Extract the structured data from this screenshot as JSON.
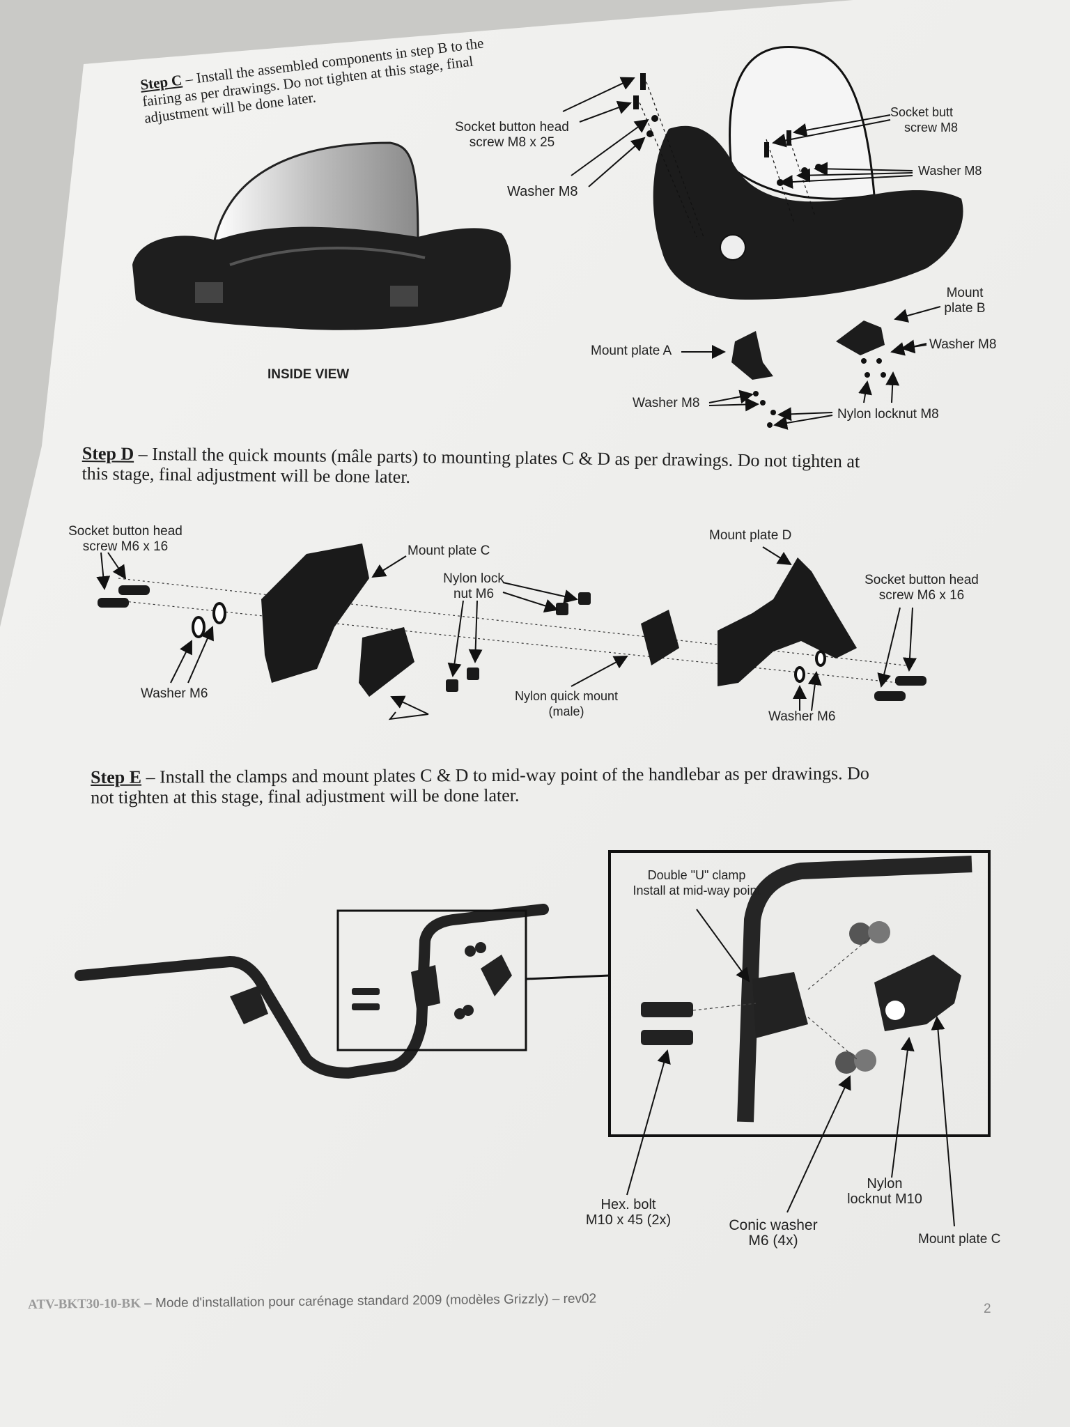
{
  "step_c": {
    "head": "Step C",
    "text_line1": " – Install the assembled components in step B to the",
    "text_line2": "fairing as per drawings.  Do not tighten at this stage, final",
    "text_line3": "adjustment will be done later."
  },
  "step_c_labels": {
    "socket_m8x25_line1": "Socket button head",
    "socket_m8x25_line2": "screw M8 x 25",
    "washer_m8_left": "Washer M8",
    "inside_view": "INSIDE VIEW",
    "socket_right_line1": "Socket butt",
    "socket_right_line2": "screw M8",
    "washer_m8_right": "Washer M8",
    "mount_plate_b_line1": "Mount",
    "mount_plate_b_line2": "plate B",
    "mount_plate_a": "Mount plate A",
    "washer_m8_b": "Washer M8",
    "washer_m8_bottom": "Washer M8",
    "nylon_locknut_m8": "Nylon locknut M8"
  },
  "step_d": {
    "head": "Step D",
    "text_line1": " – Install the quick mounts (mâle parts) to mounting plates C & D as per drawings.  Do not tighten at",
    "text_line2": "this stage, final adjustment will be done later."
  },
  "step_d_labels": {
    "socket_m6_left_line1": "Socket button head",
    "socket_m6_left_line2": "screw M6 x 16",
    "mount_plate_c": "Mount plate C",
    "nylon_lock_line1": "Nylon lock",
    "nylon_lock_line2": "nut M6",
    "mount_plate_d": "Mount plate D",
    "socket_m6_right_line1": "Socket button head",
    "socket_m6_right_line2": "screw M6 x 16",
    "washer_m6_left": "Washer M6",
    "quick_mount_line1": "Nylon quick mount",
    "quick_mount_line2": "(male)",
    "washer_m6_right": "Washer M6"
  },
  "step_e": {
    "head": "Step E",
    "text_line1": " – Install the clamps and mount plates C & D to mid-way point of the handlebar as per drawings.  Do",
    "text_line2": "not tighten at this stage, final adjustment will be done later."
  },
  "step_e_labels": {
    "clamp_line1": "Double \"U\" clamp",
    "clamp_line2": "Install at mid-way point",
    "hex_bolt_line1": "Hex. bolt",
    "hex_bolt_line2": "M10 x 45 (2x)",
    "conic_line1": "Conic washer",
    "conic_line2": "M6 (4x)",
    "locknut_line1": "Nylon",
    "locknut_line2": "locknut M10",
    "mount_plate_c": "Mount plate C"
  },
  "footer": {
    "code": "ATV-BKT30-10-BK",
    "text": " – Mode d'installation pour carénage standard 2009 (modèles Grizzly) – rev02",
    "page": "2"
  }
}
